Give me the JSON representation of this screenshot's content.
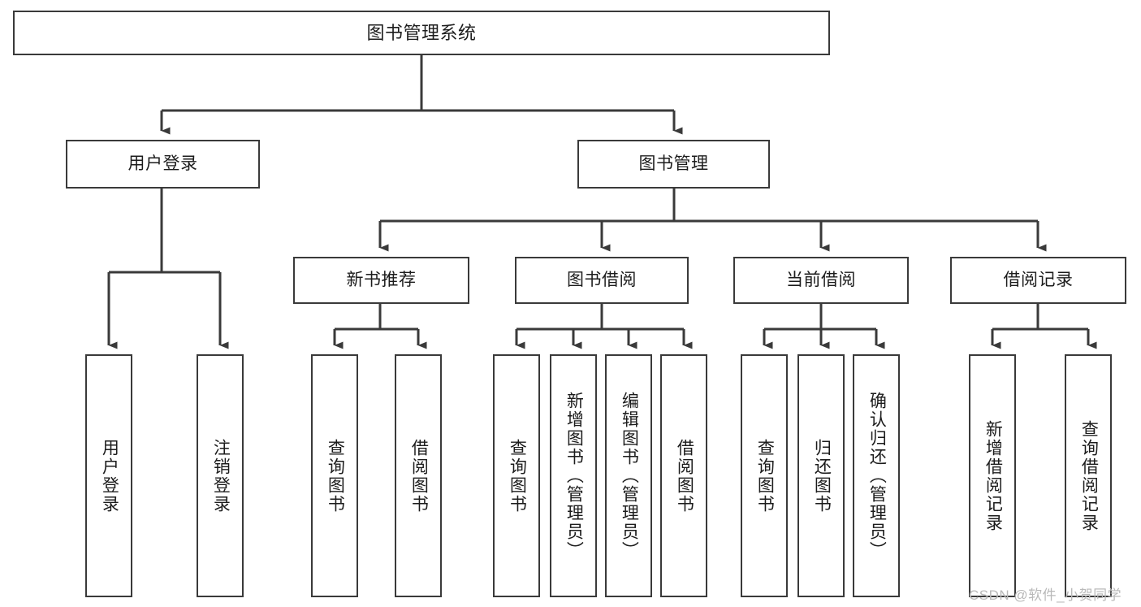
{
  "diagram": {
    "title": "图书管理系统",
    "type": "tree-hierarchy-chart",
    "colors": {
      "box_border": "#3a3a3a",
      "box_fill": "#ffffff",
      "connector": "#3a3a3a",
      "text": "#1c1c1c",
      "watermark": "#b9b9b9",
      "background": "#ffffff"
    },
    "root": {
      "label": "图书管理系统"
    },
    "level2": [
      {
        "id": "user-login",
        "label": "用户登录"
      },
      {
        "id": "book-management",
        "label": "图书管理"
      }
    ],
    "level3": [
      {
        "id": "new-book-recommend",
        "label": "新书推荐"
      },
      {
        "id": "book-borrow",
        "label": "图书借阅"
      },
      {
        "id": "current-borrow",
        "label": "当前借阅"
      },
      {
        "id": "borrow-record",
        "label": "借阅记录"
      }
    ],
    "leaves": [
      {
        "id": "leaf-user-login",
        "label": "用户登录",
        "parent": "user-login"
      },
      {
        "id": "leaf-logout-login",
        "label": "注销登录",
        "parent": "user-login"
      },
      {
        "id": "leaf-query-book-1",
        "label": "查询图书",
        "parent": "new-book-recommend"
      },
      {
        "id": "leaf-borrow-book-1",
        "label": "借阅图书",
        "parent": "new-book-recommend"
      },
      {
        "id": "leaf-query-book-2",
        "label": "查询图书",
        "parent": "book-borrow"
      },
      {
        "id": "leaf-add-book",
        "label": "新增图书（管理员）",
        "parent": "book-borrow"
      },
      {
        "id": "leaf-edit-book",
        "label": "编辑图书（管理员）",
        "parent": "book-borrow"
      },
      {
        "id": "leaf-borrow-book-2",
        "label": "借阅图书",
        "parent": "book-borrow"
      },
      {
        "id": "leaf-query-book-3",
        "label": "查询图书",
        "parent": "current-borrow"
      },
      {
        "id": "leaf-return-book",
        "label": "归还图书",
        "parent": "current-borrow"
      },
      {
        "id": "leaf-confirm-return",
        "label": "确认归还（管理员）",
        "parent": "current-borrow"
      },
      {
        "id": "leaf-add-record",
        "label": "新增借阅记录",
        "parent": "borrow-record"
      },
      {
        "id": "leaf-query-record",
        "label": "查询借阅记录",
        "parent": "borrow-record"
      }
    ],
    "watermark": "CSDN @软件_小贺同学"
  }
}
